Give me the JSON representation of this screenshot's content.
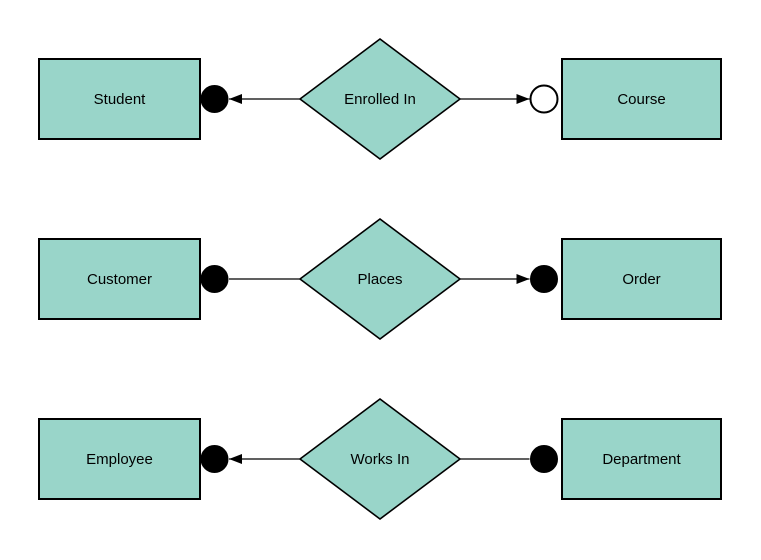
{
  "diagram": {
    "type": "entity-relationship-diagram",
    "colors": {
      "background": "#ffffff",
      "entity_fill": "#99d5c9",
      "entity_stroke": "#000000",
      "line_color": "#000000",
      "connector_filled_fill": "#000000",
      "connector_open_fill": "#ffffff",
      "text_color": "#000000"
    },
    "rows": [
      {
        "left_entity": "Student",
        "relationship": "Enrolled In",
        "right_entity": "Course",
        "left_connector": {
          "style": "filled",
          "arrowhead": true
        },
        "right_connector": {
          "style": "open",
          "arrowhead": true
        }
      },
      {
        "left_entity": "Customer",
        "relationship": "Places",
        "right_entity": "Order",
        "left_connector": {
          "style": "filled",
          "arrowhead": false
        },
        "right_connector": {
          "style": "filled",
          "arrowhead": true
        }
      },
      {
        "left_entity": "Employee",
        "relationship": "Works In",
        "right_entity": "Department",
        "left_connector": {
          "style": "filled",
          "arrowhead": true
        },
        "right_connector": {
          "style": "filled",
          "arrowhead": false
        }
      }
    ]
  }
}
